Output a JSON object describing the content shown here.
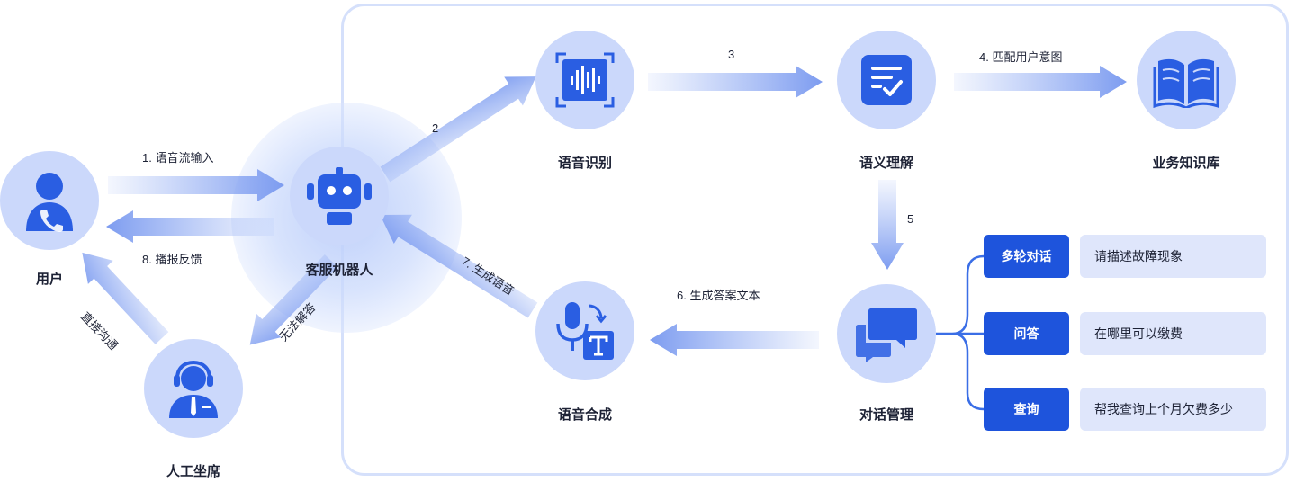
{
  "nodes": {
    "user": "用户",
    "robot": "客服机器人",
    "agent": "人工坐席",
    "asr": "语音识别",
    "nlu": "语义理解",
    "kb": "业务知识库",
    "tts": "语音合成",
    "dm": "对话管理"
  },
  "edges": {
    "e1": "1.   语音流输入",
    "e8": "8.   播报反馈",
    "e2": "2",
    "e3": "3",
    "e4": "4.    匹配用户意图",
    "e5": "5",
    "e6": "6.    生成答案文本",
    "e7": "7. 生成语音",
    "no_answer": "无法解答",
    "direct": "直接沟通"
  },
  "dialog_types": [
    {
      "tag": "多轮对话",
      "example": "请描述故障现象"
    },
    {
      "tag": "问答",
      "example": "在哪里可以缴费"
    },
    {
      "tag": "查询",
      "example": "帮我查询上个月欠费多少"
    }
  ],
  "colors": {
    "accent": "#1e54dc",
    "node_bg": "#cbd8fb",
    "arrow": "#8fabf3",
    "panel_border": "#d5e0fb"
  },
  "icons": {
    "user": "phone-user-icon",
    "robot": "robot-icon",
    "agent": "headset-agent-icon",
    "asr": "sound-wave-icon",
    "nlu": "check-list-icon",
    "kb": "open-book-icon",
    "tts": "mic-text-icon",
    "dm": "chat-bubbles-icon"
  }
}
